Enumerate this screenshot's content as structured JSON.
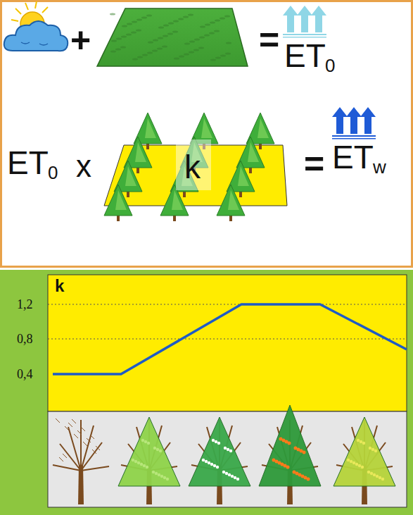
{
  "diagram": {
    "labels": [
      "+",
      "=",
      "ET",
      "0",
      "ET",
      "0",
      "x",
      "k",
      "=",
      "ET",
      "w",
      "k",
      "1,2",
      "0,8",
      "0,4"
    ]
  }
}
